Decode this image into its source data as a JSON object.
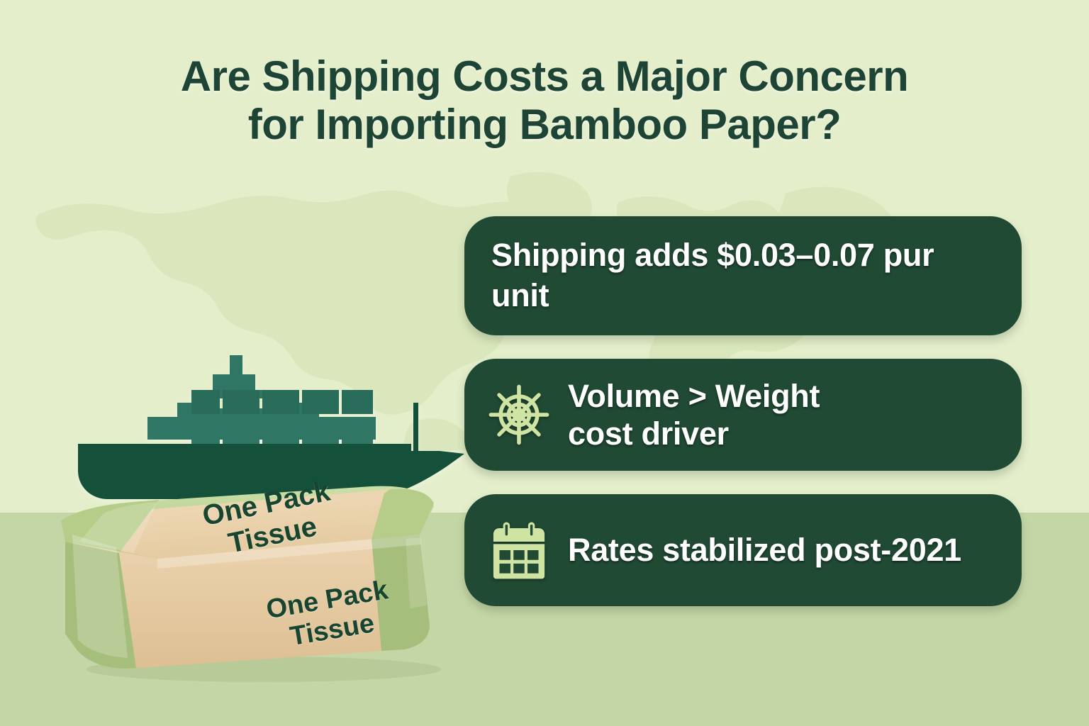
{
  "page": {
    "title_line1": "Are Shipping Costs a Major Concern",
    "title_line2": "for Importing Bamboo Paper?"
  },
  "colors": {
    "background": "#e4eecb",
    "ground": "#c5d6a6",
    "title_text": "#1d4434",
    "card_background": "#204a34",
    "card_text": "#ffffff",
    "icon_accent": "#cfe3a3",
    "ship_hull": "#15513a",
    "ship_body": "#2f7764",
    "pack_paper": "#e8cfa7",
    "pack_wrap": "#a8c178"
  },
  "cards": [
    {
      "id": "shipping-cost",
      "icon": null,
      "text": "Shipping adds $0.03–0.07 pur unit"
    },
    {
      "id": "volume-weight",
      "icon": "ship-wheel-icon",
      "text": "Volume > Weight cost driver"
    },
    {
      "id": "rates-stabilized",
      "icon": "calendar-icon",
      "text": "Rates stabilized post-2021"
    }
  ],
  "illustration": {
    "ship": {
      "icon": "container-ship-icon",
      "label": "container ship"
    },
    "package": {
      "icon": "tissue-pack-icon",
      "label_top": "One Pack\nTissue",
      "label_front": "One Pack\nTissue"
    },
    "background_map": {
      "icon": "world-map-icon",
      "label": "world map watermark"
    }
  }
}
